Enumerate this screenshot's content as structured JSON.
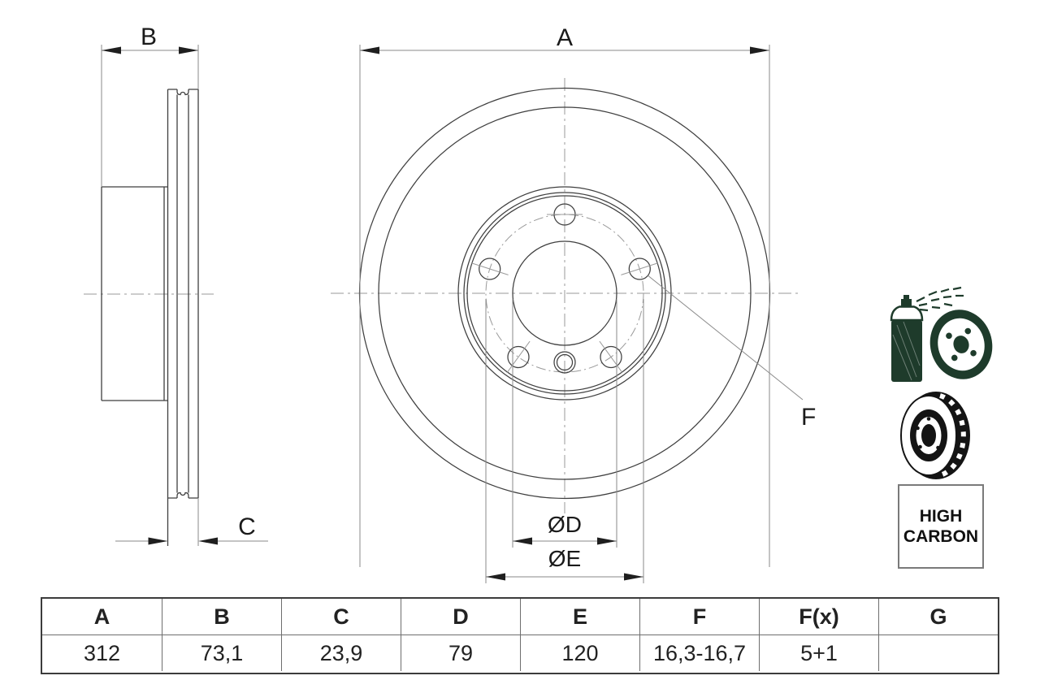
{
  "drawing": {
    "side_view": {
      "dim_width": "B",
      "dim_thickness": "C"
    },
    "front_view": {
      "dim_outer_diameter": "A",
      "dim_bore": "ØD",
      "dim_bolt_circle": "ØE",
      "dim_bolt_hole": "F"
    },
    "badge": {
      "line1": "HIGH",
      "line2": "CARBON"
    },
    "icons": {
      "spray": "coated-disc-spray-icon",
      "disc": "vented-disc-icon"
    },
    "colors": {
      "outline": "#3f3f3f",
      "dim_line": "#8a8a8a",
      "centerline": "#9a9a9a",
      "arrow": "#1f1f1f",
      "icon_green": "#1e3b2b",
      "icon_black": "#141414"
    }
  },
  "table": {
    "headers": [
      "A",
      "B",
      "C",
      "D",
      "E",
      "F",
      "F(x)",
      "G"
    ],
    "values": [
      "312",
      "73,1",
      "23,9",
      "79",
      "120",
      "16,3-16,7",
      "5+1",
      ""
    ]
  }
}
